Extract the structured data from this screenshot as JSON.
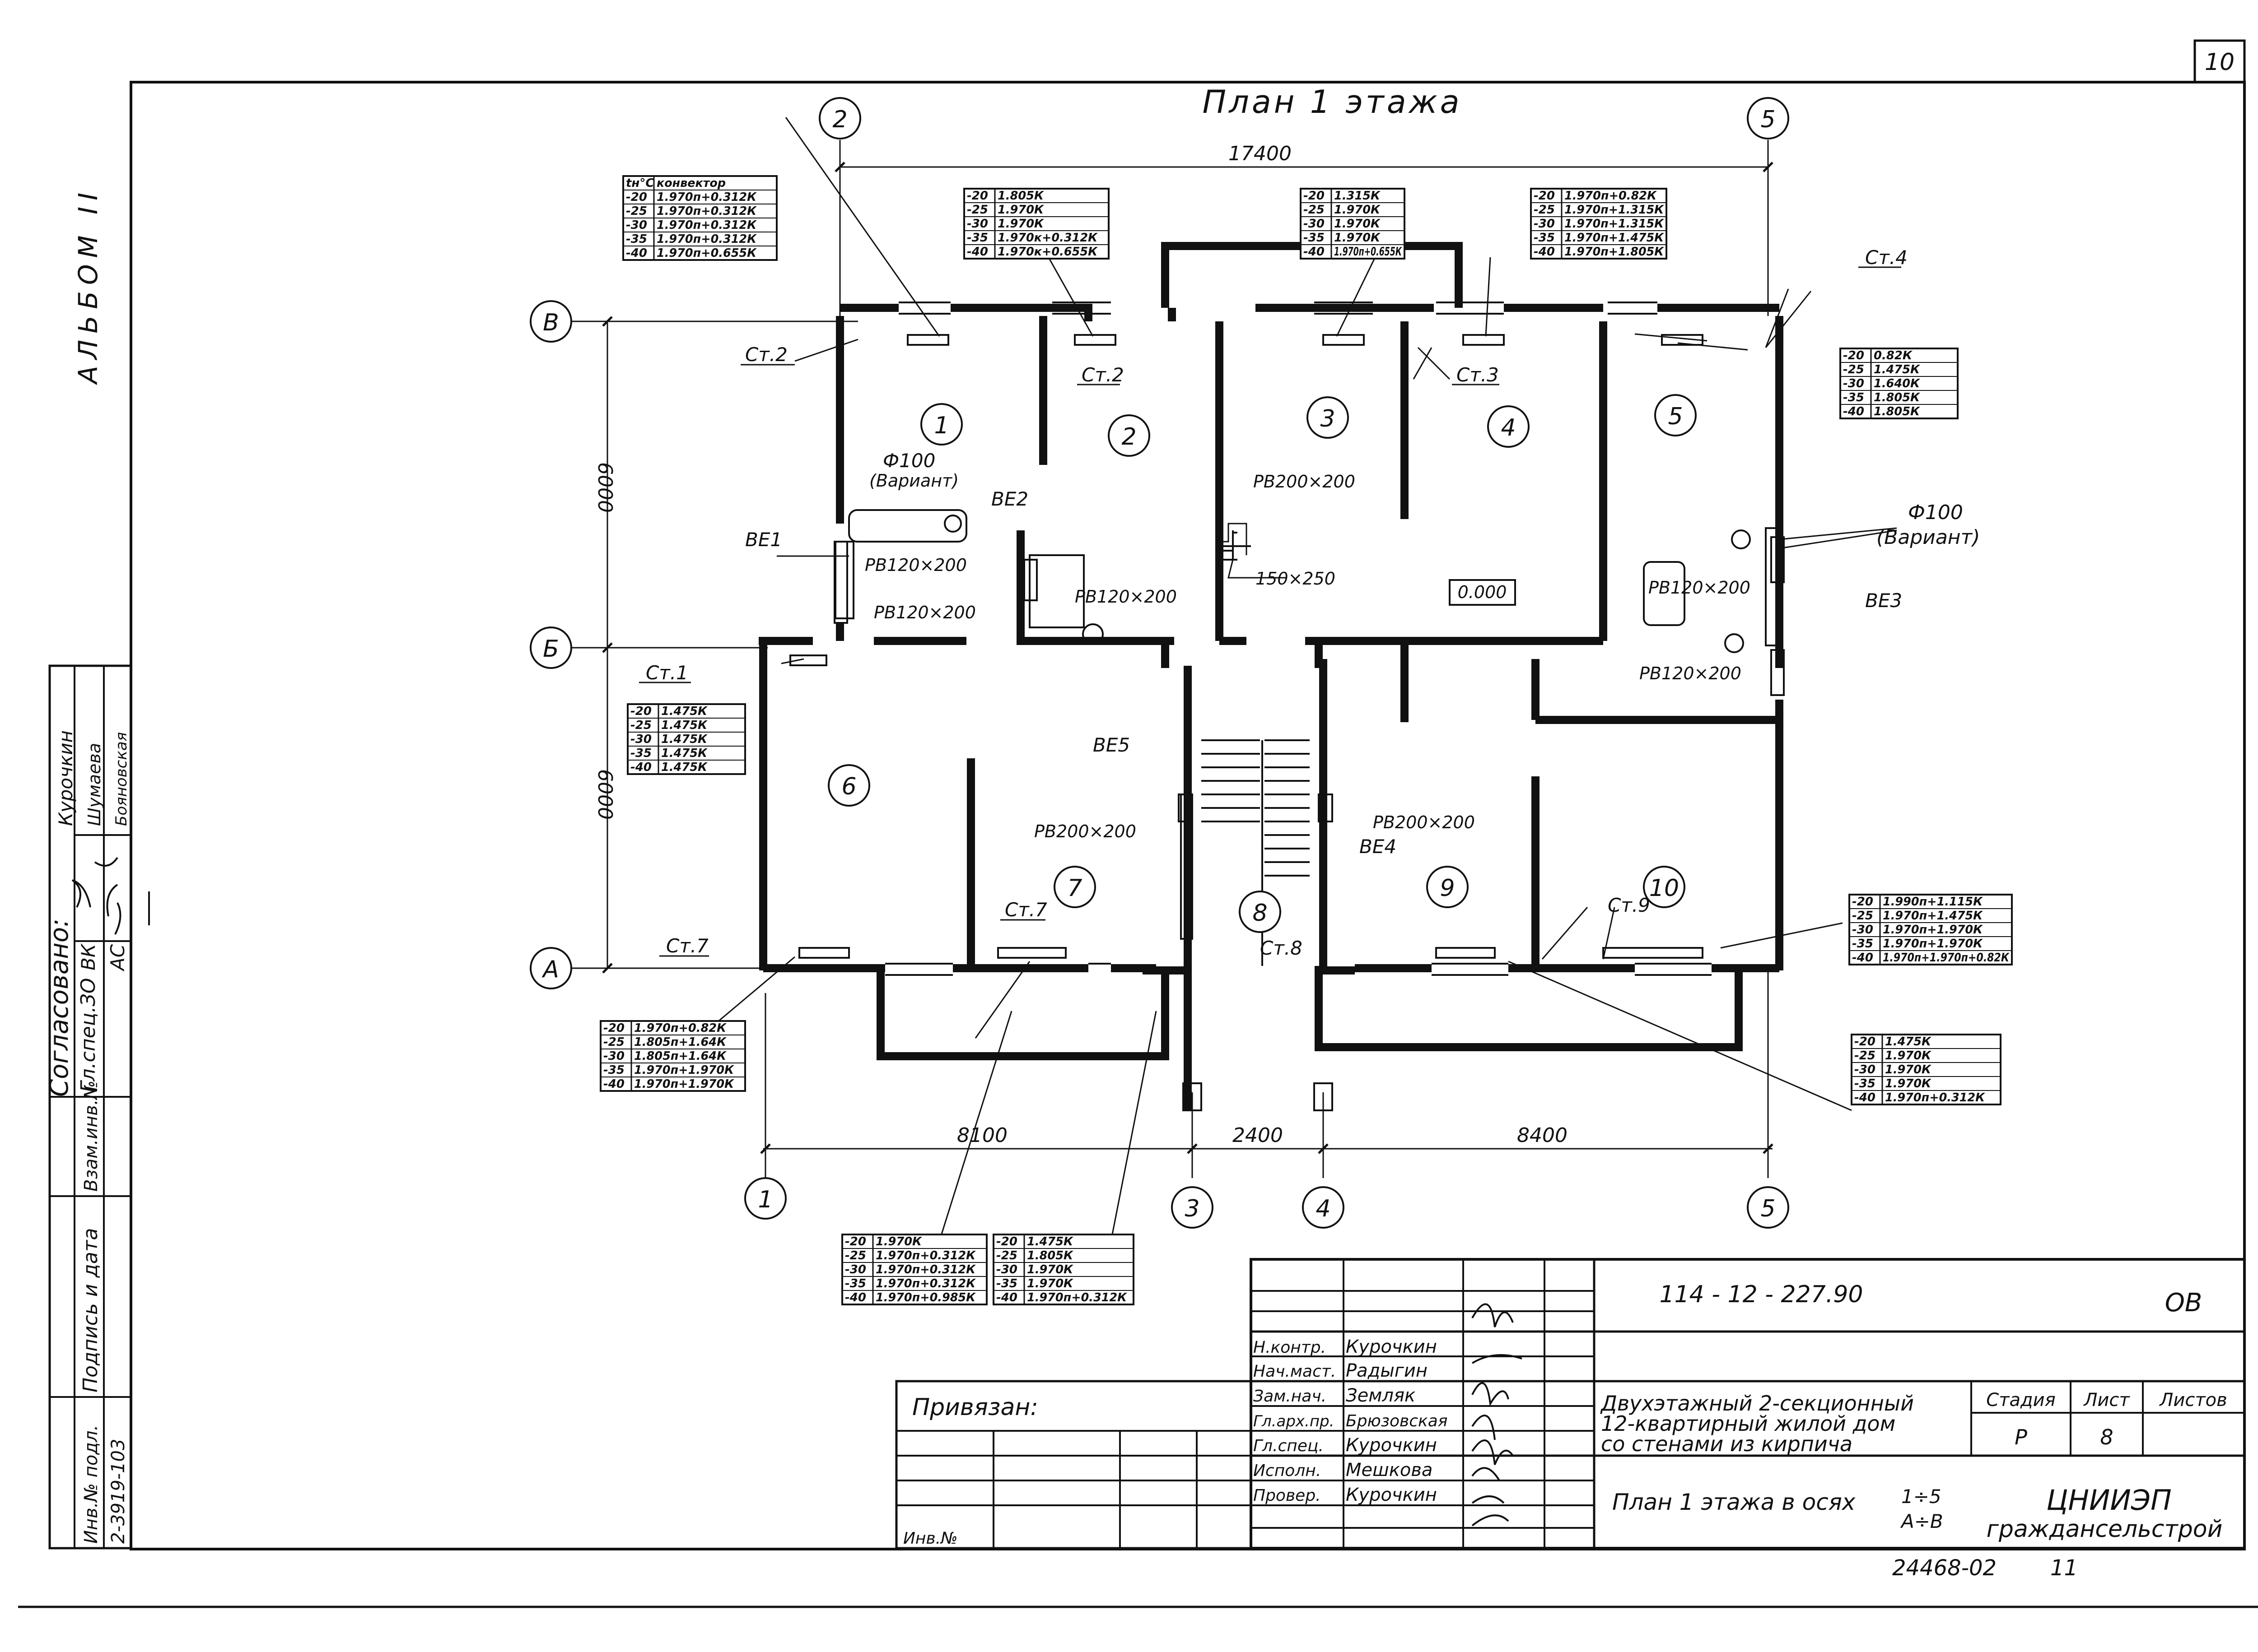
{
  "sheet": {
    "page_number": "10",
    "album": "АЛЬБОМ II",
    "plan_title": "План 1 этажа"
  },
  "axes": {
    "top_left": "2",
    "top_right": "5",
    "left_B": "В",
    "left_B2": "Б",
    "left_A": "А",
    "bottom_1": "1",
    "bottom_3": "3",
    "bottom_4": "4",
    "bottom_5": "5"
  },
  "dimensions": {
    "top_total": "17400",
    "left_upper": "6000",
    "left_lower": "6000",
    "bottom_left": "8100",
    "bottom_mid": "2400",
    "bottom_right": "8400"
  },
  "rooms": [
    "1",
    "2",
    "3",
    "4",
    "5",
    "6",
    "7",
    "8",
    "9",
    "10"
  ],
  "risers": {
    "st2a": "Ст.2",
    "st2b": "Ст.2",
    "st3": "Ст.3",
    "st4": "Ст.4",
    "st1": "Ст.1",
    "st7a": "Ст.7",
    "st7b": "Ст.7",
    "st8": "Ст.8",
    "st9": "Ст.9"
  },
  "ventilation": {
    "be1": "ВЕ1",
    "be2": "ВЕ2",
    "be3": "ВЕ3",
    "be4": "ВЕ4",
    "be5": "ВЕ5",
    "pb200_a": "РВ200×200",
    "pb200_b": "РВ200×200",
    "pb200_c": "РВ200×200",
    "pb120_a": "РВ120×200",
    "pb120_b": "РВ120×200",
    "pb120_c": "РВ120×200",
    "pb120_d": "РВ120×200",
    "pb120_e": "РВ120×200",
    "duct": "150×250",
    "phi_a": "Ф100",
    "phi_a_var": "(Вариант)",
    "phi_b": "Ф100",
    "phi_b_var": "(Вариант)",
    "elev": "0.000"
  },
  "tables": {
    "t1": {
      "header": [
        "tн°C",
        "конвектор"
      ],
      "rows": [
        [
          "-20",
          "1.970п+0.312К"
        ],
        [
          "-25",
          "1.970п+0.312К"
        ],
        [
          "-30",
          "1.970п+0.312К"
        ],
        [
          "-35",
          "1.970п+0.312К"
        ],
        [
          "-40",
          "1.970п+0.655К"
        ]
      ]
    },
    "t2": {
      "rows": [
        [
          "-20",
          "1.805К"
        ],
        [
          "-25",
          "1.970К"
        ],
        [
          "-30",
          "1.970К"
        ],
        [
          "-35",
          "1.970к+0.312К"
        ],
        [
          "-40",
          "1.970к+0.655К"
        ]
      ]
    },
    "t3": {
      "rows": [
        [
          "-20",
          "1.315К"
        ],
        [
          "-25",
          "1.970К"
        ],
        [
          "-30",
          "1.970К"
        ],
        [
          "-35",
          "1.970К"
        ],
        [
          "-40",
          "1.970п+0.655К"
        ]
      ]
    },
    "t4": {
      "rows": [
        [
          "-20",
          "1.970п+0.82К"
        ],
        [
          "-25",
          "1.970п+1.315К"
        ],
        [
          "-30",
          "1.970п+1.315К"
        ],
        [
          "-35",
          "1.970п+1.475К"
        ],
        [
          "-40",
          "1.970п+1.805К"
        ]
      ]
    },
    "t5": {
      "rows": [
        [
          "-20",
          "0.82К"
        ],
        [
          "-25",
          "1.475К"
        ],
        [
          "-30",
          "1.640К"
        ],
        [
          "-35",
          "1.805К"
        ],
        [
          "-40",
          "1.805К"
        ]
      ]
    },
    "t6": {
      "rows": [
        [
          "-20",
          "1.475К"
        ],
        [
          "-25",
          "1.475К"
        ],
        [
          "-30",
          "1.475К"
        ],
        [
          "-35",
          "1.475К"
        ],
        [
          "-40",
          "1.475К"
        ]
      ]
    },
    "t7": {
      "rows": [
        [
          "-20",
          "1.990п+1.115К"
        ],
        [
          "-25",
          "1.970п+1.475К"
        ],
        [
          "-30",
          "1.970п+1.970К"
        ],
        [
          "-35",
          "1.970п+1.970К"
        ],
        [
          "-40",
          "1.970п+1.970п+0.82К"
        ]
      ]
    },
    "t8": {
      "rows": [
        [
          "-20",
          "1.475К"
        ],
        [
          "-25",
          "1.970К"
        ],
        [
          "-30",
          "1.970К"
        ],
        [
          "-35",
          "1.970К"
        ],
        [
          "-40",
          "1.970п+0.312К"
        ]
      ]
    },
    "t9": {
      "rows": [
        [
          "-20",
          "1.970п+0.82К"
        ],
        [
          "-25",
          "1.805п+1.64К"
        ],
        [
          "-30",
          "1.805п+1.64К"
        ],
        [
          "-35",
          "1.970п+1.970К"
        ],
        [
          "-40",
          "1.970п+1.970К"
        ]
      ]
    },
    "t10": {
      "rows": [
        [
          "-20",
          "1.970К"
        ],
        [
          "-25",
          "1.970п+0.312К"
        ],
        [
          "-30",
          "1.970п+0.312К"
        ],
        [
          "-35",
          "1.970п+0.312К"
        ],
        [
          "-40",
          "1.970п+0.985К"
        ]
      ]
    },
    "t11": {
      "rows": [
        [
          "-20",
          "1.475К"
        ],
        [
          "-25",
          "1.805К"
        ],
        [
          "-30",
          "1.970К"
        ],
        [
          "-35",
          "1.970К"
        ],
        [
          "-40",
          "1.970п+0.312К"
        ]
      ]
    }
  },
  "side_stamp": {
    "agreed": "Согласовано:",
    "r1_role": "Гл.спец.ЗО",
    "r1_name": "Курочкин",
    "r2_role": "ВК",
    "r2_name": "Шумаева",
    "r3_role": "АС",
    "r3_name": "Бояновская",
    "inv_orig": "Инв.№ подл.",
    "inv_val": "2-3919-103",
    "sign_date": "Подпись и дата",
    "replace_inv": "Взам.инв.№"
  },
  "title_block": {
    "doc_code": "114 - 12 - 227.90",
    "doc_mark": "ОВ",
    "roles": [
      "Н.контр.",
      "Нач.маст.",
      "Зам.нач.",
      "Гл.арх.пр.",
      "Гл.спец.",
      "Исполн.",
      "Провер."
    ],
    "names": [
      "Курочкин",
      "Радыгин",
      "Земляк",
      "Брюзовская",
      "Курочкин",
      "Мешкова",
      "Курочкин"
    ],
    "tied": "Привязан:",
    "inv_no": "Инв.№",
    "desc_line1": "Двухэтажный 2-секционный",
    "desc_line2": "12-квартирный жилой дом",
    "desc_line3": "со стенами из кирпича",
    "stage_h": "Стадия",
    "sheet_h": "Лист",
    "sheets_h": "Листов",
    "stage_v": "Р",
    "sheet_v": "8",
    "sheet_name": "План 1 этажа в осях",
    "axes_range1": "1÷5",
    "axes_range2": "А÷В",
    "org1": "ЦНИИЭП",
    "org2": "граждансельстрой",
    "footer_code": "24468-02",
    "footer_num": "11"
  }
}
